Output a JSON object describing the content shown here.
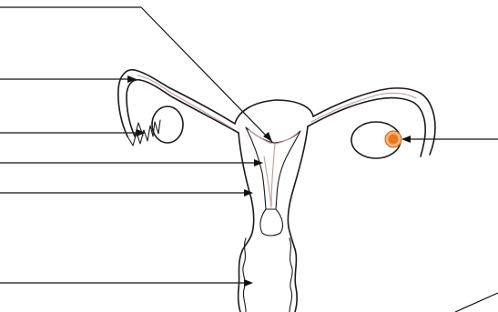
{
  "diagram": {
    "label_blanks": [
      {
        "id": "blank-1",
        "text": ""
      },
      {
        "id": "blank-2",
        "text": ""
      },
      {
        "id": "blank-3",
        "text": ""
      },
      {
        "id": "blank-4",
        "text": ""
      },
      {
        "id": "blank-5",
        "text": ""
      },
      {
        "id": "blank-6",
        "text": ""
      },
      {
        "id": "blank-7",
        "text": ""
      }
    ],
    "colors": {
      "ink": "#1a1a1a",
      "lining": "#c89a9a",
      "egg_fill": "#e8781e",
      "egg_rim": "#f3b47a"
    }
  }
}
